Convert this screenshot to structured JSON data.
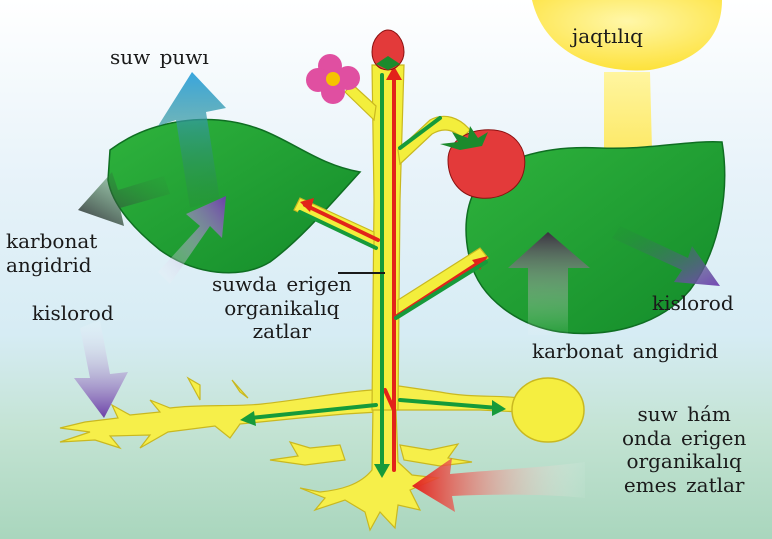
{
  "diagram": {
    "labels": {
      "water_vapor": "suw puwı",
      "light": "jaqtılıq",
      "co2_left": [
        "karbonat",
        "angidrid"
      ],
      "oxygen_left": "kislorod",
      "dissolved_organic": [
        "suwda erigen",
        "organikalıq",
        "zatlar"
      ],
      "oxygen_right": "kislorod",
      "co2_right": "karbonat angidrid",
      "water_inorganic": [
        "suw hám",
        "onda erigen",
        "organikalıq",
        "emes zatlar"
      ]
    },
    "colors": {
      "leaf": "#22a232",
      "leaf_dark": "#157a25",
      "stem": "#f3ee3c",
      "root": "#f7f150",
      "xylem_flow": "#e5261d",
      "phloem_flow": "#169a3a",
      "sun": "#fde84a",
      "sky": "#cfe6f3",
      "ground": "#b8dcc8",
      "water_vapor_arrow": "#3aa3d6",
      "oxygen_arrow": "#7b4fb3",
      "co2_arrow": "#3b3540",
      "fruit": "#e33a3a",
      "flower": "#e04fa1"
    }
  }
}
